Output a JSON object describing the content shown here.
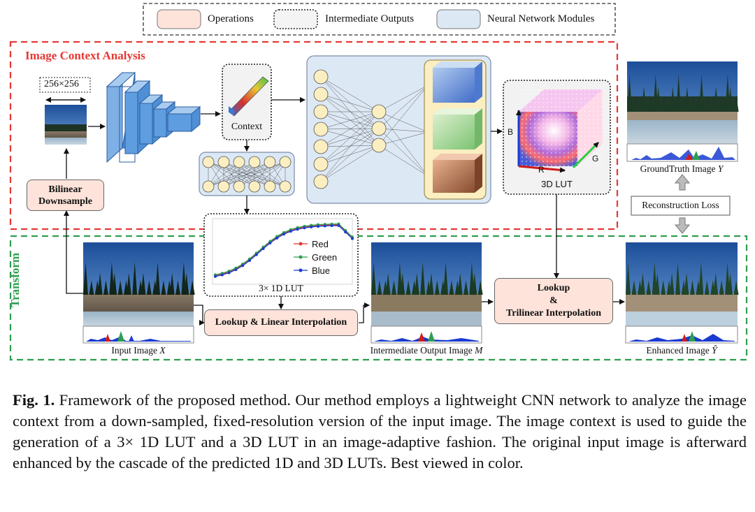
{
  "legend": {
    "operations": "Operations",
    "intermediate": "Intermediate Outputs",
    "modules": "Neural Network Modules"
  },
  "colors": {
    "operation": "#fde3da",
    "module": "#dde8f5",
    "context_frame": "#e53935",
    "transform_frame": "#2e9e4f",
    "cnn_blue": "#5b9bd5",
    "node": "#fbeec0"
  },
  "context": {
    "section_title": "Image Context Analysis",
    "resolution": "256×256",
    "context_label": "Context",
    "lut3d_label": "3D LUT",
    "axis_b": "B",
    "axis_r": "R",
    "axis_g": "G",
    "bilinear": "Bilinear\nDownsample",
    "groundtruth": "GroundTruth Image ",
    "groundtruth_var": "Y",
    "loss": "Reconstruction Loss"
  },
  "transform": {
    "section_title": "Transform",
    "lut1d_label": "3× 1D LUT",
    "legend_red": "Red",
    "legend_green": "Green",
    "legend_blue": "Blue",
    "lookup_linear": "Lookup & Linear Interpolation",
    "lookup_tri_1": "Lookup",
    "lookup_tri_2": "&",
    "lookup_tri_3": "Trilinear Interpolation",
    "input_label": "Input Image ",
    "input_var": "X",
    "intermediate_label": "Intermediate Output Image ",
    "intermediate_var": "M",
    "enhanced_label": "Enhanced Image ",
    "enhanced_var": "Ŷ"
  },
  "caption": {
    "label": "Fig. 1.",
    "text": " Framework of the proposed method. Our method employs a lightweight CNN network to analyze the image context from a down-sampled, fixed-resolution version of the input image. The image context is used to guide the generation of a 3× 1D LUT and a 3D LUT in an image-adaptive fashion. The original input image is afterward enhanced by the cascade of the predicted 1D and 3D LUTs. Best viewed in color."
  }
}
